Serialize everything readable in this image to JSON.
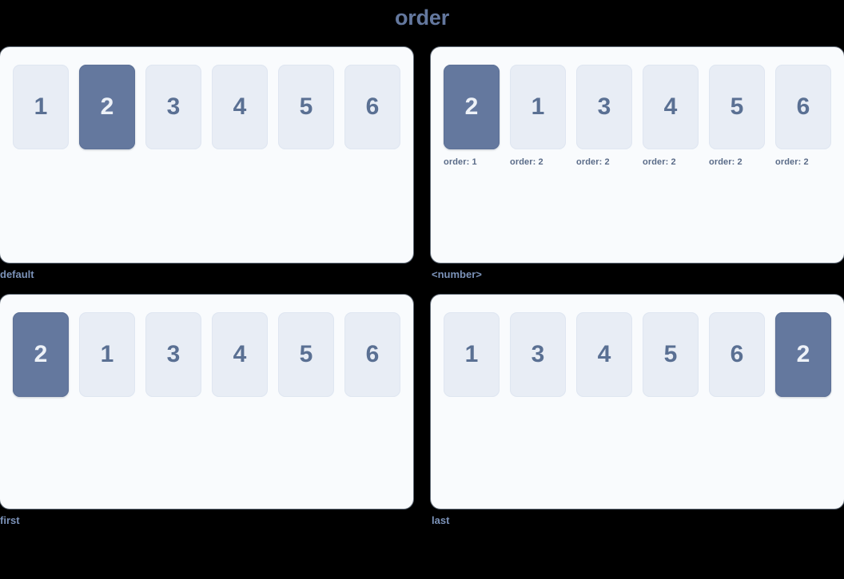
{
  "title": "order",
  "colors": {
    "background": "#000000",
    "title": "#64789e",
    "card_background": "#f9fbfd",
    "tile_background": "#e8edf5",
    "tile_text": "#5a7093",
    "tile_highlight_background": "#64789e",
    "tile_highlight_text": "#eef2f8",
    "caption": "#7b92b8",
    "meta": "#5a6b88"
  },
  "cards": [
    {
      "caption": "default",
      "show_meta": false,
      "tiles": [
        {
          "label": "1",
          "highlight": false,
          "meta": ""
        },
        {
          "label": "2",
          "highlight": true,
          "meta": ""
        },
        {
          "label": "3",
          "highlight": false,
          "meta": ""
        },
        {
          "label": "4",
          "highlight": false,
          "meta": ""
        },
        {
          "label": "5",
          "highlight": false,
          "meta": ""
        },
        {
          "label": "6",
          "highlight": false,
          "meta": ""
        }
      ]
    },
    {
      "caption": "<number>",
      "show_meta": true,
      "tiles": [
        {
          "label": "2",
          "highlight": true,
          "meta": "order: 1"
        },
        {
          "label": "1",
          "highlight": false,
          "meta": "order: 2"
        },
        {
          "label": "3",
          "highlight": false,
          "meta": "order: 2"
        },
        {
          "label": "4",
          "highlight": false,
          "meta": "order: 2"
        },
        {
          "label": "5",
          "highlight": false,
          "meta": "order: 2"
        },
        {
          "label": "6",
          "highlight": false,
          "meta": "order: 2"
        }
      ]
    },
    {
      "caption": "first",
      "show_meta": false,
      "tiles": [
        {
          "label": "2",
          "highlight": true,
          "meta": ""
        },
        {
          "label": "1",
          "highlight": false,
          "meta": ""
        },
        {
          "label": "3",
          "highlight": false,
          "meta": ""
        },
        {
          "label": "4",
          "highlight": false,
          "meta": ""
        },
        {
          "label": "5",
          "highlight": false,
          "meta": ""
        },
        {
          "label": "6",
          "highlight": false,
          "meta": ""
        }
      ]
    },
    {
      "caption": "last",
      "show_meta": false,
      "tiles": [
        {
          "label": "1",
          "highlight": false,
          "meta": ""
        },
        {
          "label": "3",
          "highlight": false,
          "meta": ""
        },
        {
          "label": "4",
          "highlight": false,
          "meta": ""
        },
        {
          "label": "5",
          "highlight": false,
          "meta": ""
        },
        {
          "label": "6",
          "highlight": false,
          "meta": ""
        },
        {
          "label": "2",
          "highlight": true,
          "meta": ""
        }
      ]
    }
  ]
}
